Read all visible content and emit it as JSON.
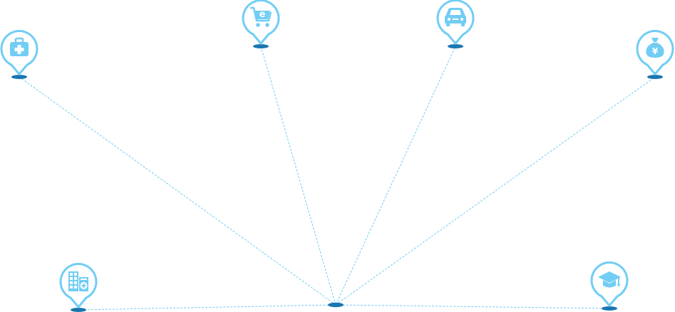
{
  "colors": {
    "pin_stroke": "#71cdf4",
    "pin_fill": "#ffffff",
    "icon": "#71cdf4",
    "base": "#1a76b0",
    "line": "#71cdf4"
  },
  "hub": {
    "name": "center-hub"
  },
  "pins": [
    {
      "id": "medical",
      "icon": "first-aid-kit-icon"
    },
    {
      "id": "ecommerce",
      "icon": "shopping-cart-e-icon"
    },
    {
      "id": "car",
      "icon": "car-icon"
    },
    {
      "id": "finance",
      "icon": "yuan-money-bag-icon"
    },
    {
      "id": "hospital",
      "icon": "hospital-building-icon"
    },
    {
      "id": "education",
      "icon": "graduation-cap-icon"
    }
  ]
}
